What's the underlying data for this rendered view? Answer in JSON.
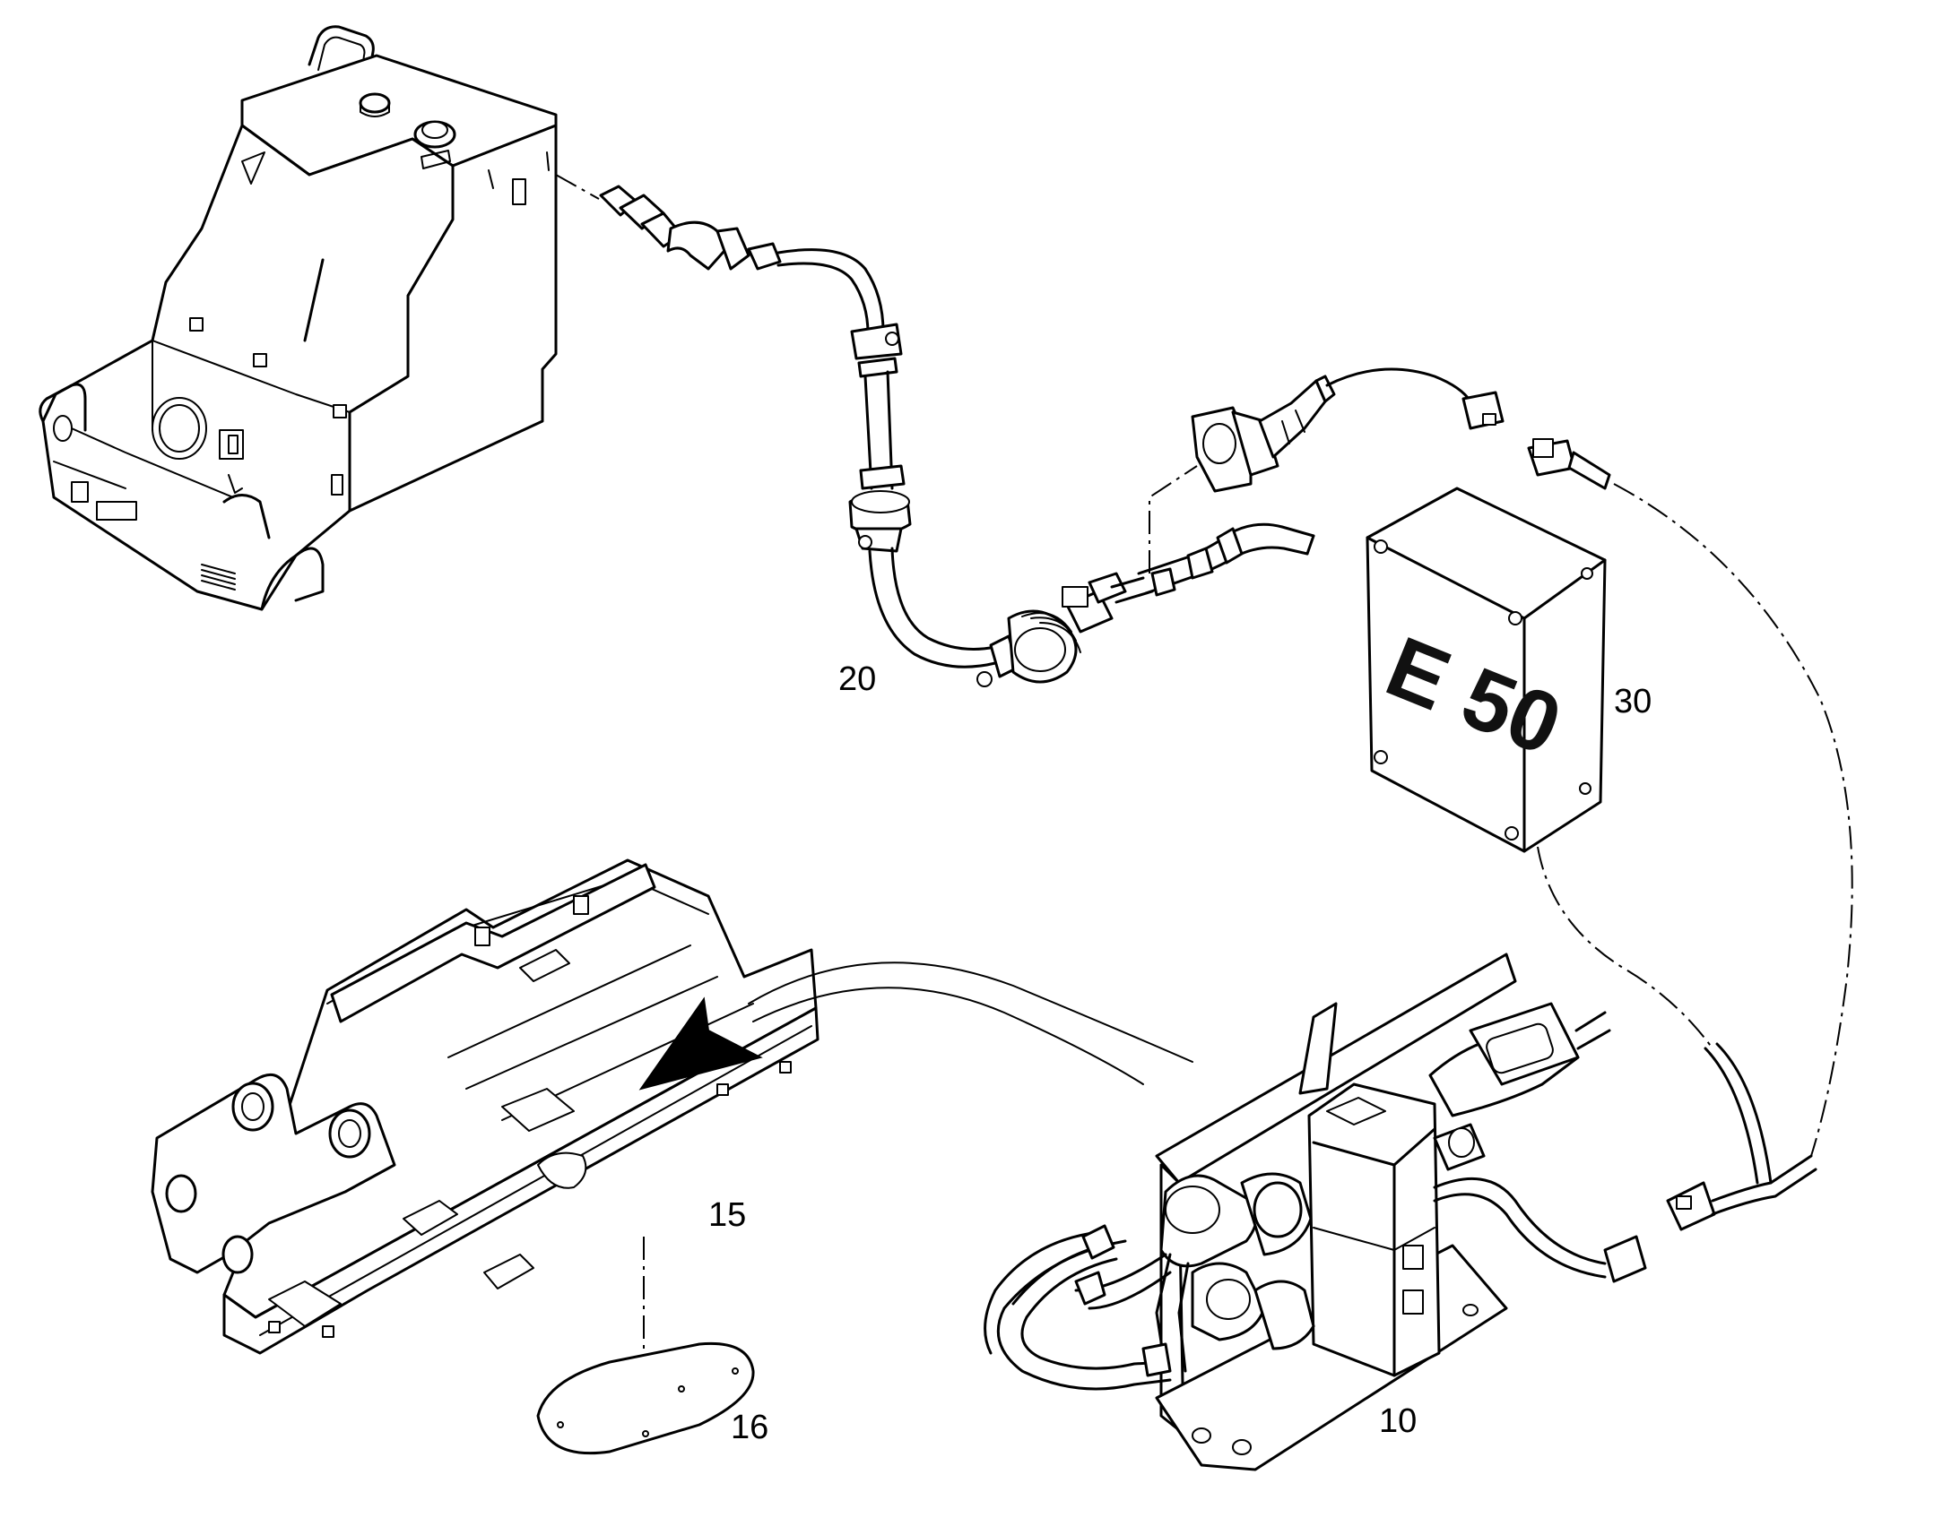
{
  "callouts": {
    "heater_unit": "10",
    "frame": "15",
    "cover_plate": "16",
    "fuel_line": "20",
    "control_box": "30"
  },
  "control_box_label": "E 50",
  "colors": {
    "line": "#000000",
    "background": "#ffffff"
  }
}
